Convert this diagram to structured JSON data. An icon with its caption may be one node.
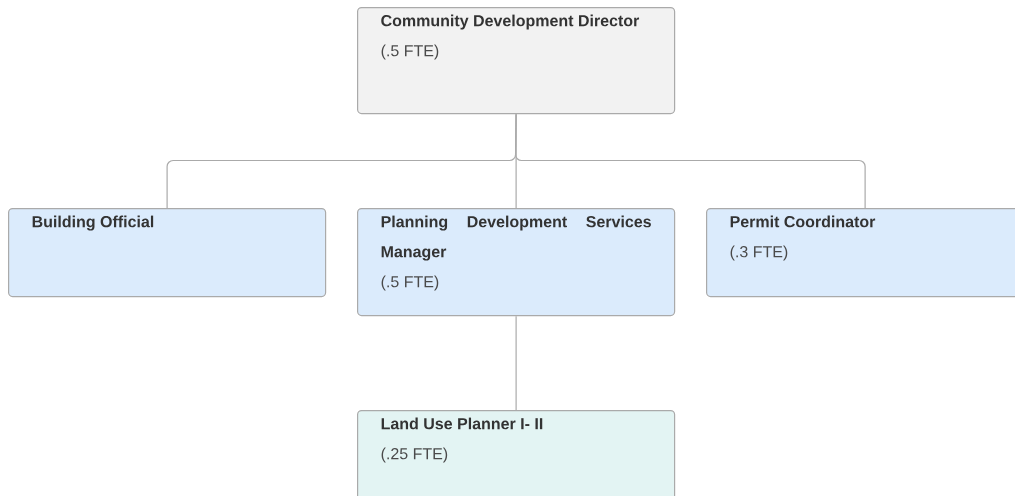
{
  "diagram": {
    "nodes": [
      {
        "text": [
          "Community Development Director",
          "(.5 FTE)"
        ]
      },
      {
        "text": [
          "Building Official"
        ]
      },
      {
        "text": [
          "Planning Development Services Manager",
          "(.5 FTE)"
        ]
      },
      {
        "text": [
          "Permit Coordinator",
          "(.3 FTE)"
        ]
      },
      {
        "text": [
          "Land Use Planner I- II",
          "(.25 FTE)"
        ]
      }
    ],
    "edges": [
      {
        "from": 0,
        "to": 1,
        "arrow": "none"
      },
      {
        "from": 0,
        "to": 2,
        "arrow": "none"
      },
      {
        "from": 0,
        "to": 3,
        "arrow": "none"
      },
      {
        "from": 2,
        "to": 4,
        "arrow": "none"
      }
    ]
  }
}
